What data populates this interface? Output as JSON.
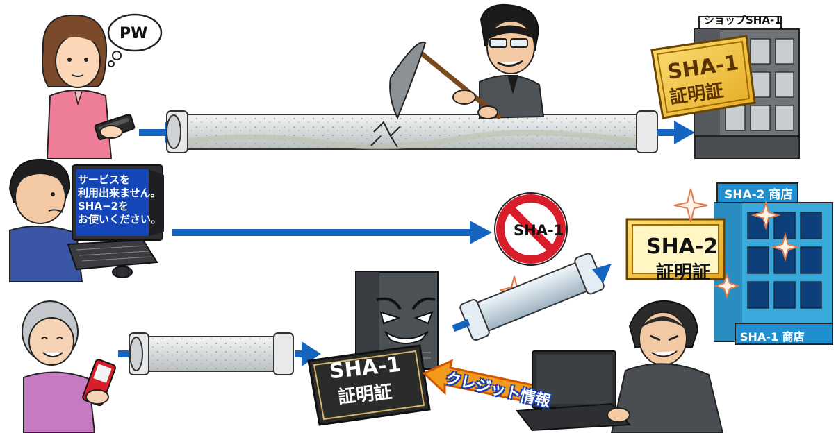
{
  "bubble": {
    "text": "PW"
  },
  "screen_message": {
    "text": "サービスを\n利用出来ません。\nSHA−2を\nお使いください。"
  },
  "shop_sha1": {
    "sign": "ショップSHA-1",
    "cert_line1": "SHA-1",
    "cert_line2": "証明証"
  },
  "shop_sha2": {
    "sign": "SHA-2 商店",
    "cert_line1": "SHA-2",
    "cert_line2": "証明証",
    "bottom_sign": "SHA-1 商店"
  },
  "prohibited": {
    "text": "SHA-1"
  },
  "fake_cert": {
    "line1": "SHA-1",
    "line2": "証明証"
  },
  "stolen_data": {
    "text": "クレジット情報"
  },
  "colors": {
    "arrow_blue": "#1565c0",
    "pipe_gray": "#d9dcdd",
    "prohibit_red": "#d81e2a",
    "cert_gold": "#f2c230",
    "building_blue": "#39a9dc",
    "building_gray": "#6f7478"
  },
  "icons": [
    "woman-with-phone",
    "man-at-computer",
    "elderly-woman-with-phone",
    "attacker-with-pickaxe",
    "hacker-at-laptop",
    "rogue-server",
    "shop-building",
    "prohibited-sign",
    "sparkle"
  ]
}
